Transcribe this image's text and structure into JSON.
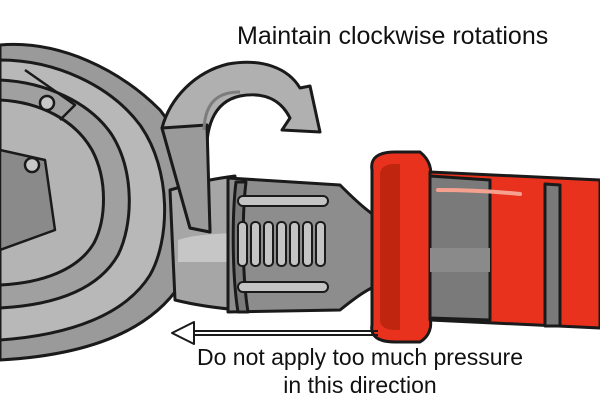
{
  "annotations": {
    "rotation_note": "Maintain clockwise rotations",
    "pressure_note_line1": "Do not apply too much pressure",
    "pressure_note_line2": "in this direction"
  },
  "colors": {
    "handle_red": "#e8321d",
    "handle_red_dark": "#c0260f",
    "grey_light": "#b4b4b4",
    "grey_mid": "#8f8f8f",
    "grey_dark": "#6a6a6a",
    "outline": "#1a1a1a",
    "background": "#ffffff"
  },
  "icons": {
    "rotation_arrow": "curved-clockwise-arrow-icon",
    "pressure_arrow": "left-arrow-icon"
  }
}
